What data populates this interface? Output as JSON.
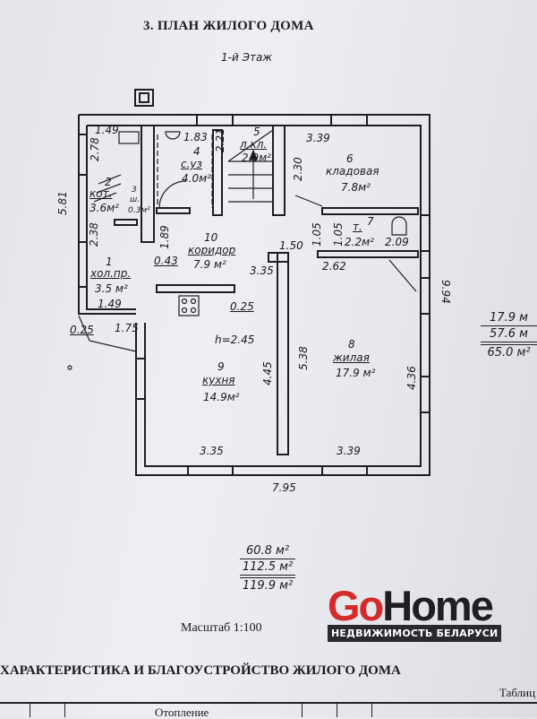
{
  "header": {
    "title": "3. ПЛАН ЖИЛОГО ДОМА",
    "floor": "1-й Этаж"
  },
  "rooms": [
    {
      "num": "1",
      "name": "хол.пр.",
      "area": "3.5 м²"
    },
    {
      "num": "2",
      "name": "кот.",
      "area": "3.6м²"
    },
    {
      "num": "3",
      "name": "ш.",
      "area": "0.3м²"
    },
    {
      "num": "4",
      "name": "с.уз",
      "area": "4.0м²"
    },
    {
      "num": "5",
      "name": "л.кл.",
      "area": "2.9м²"
    },
    {
      "num": "6",
      "name": "кладовая",
      "area": "7.8м²"
    },
    {
      "num": "7",
      "name": "т.",
      "area": "2.2м²"
    },
    {
      "num": "8",
      "name": "жилая",
      "area": "17.9 м²"
    },
    {
      "num": "9",
      "name": "кухня",
      "area": "14.9м²"
    },
    {
      "num": "10",
      "name": "коридор",
      "area": "7.9 м²"
    }
  ],
  "dimensions": {
    "d149a": "1.49",
    "d278": "2.78",
    "d581": "5.81",
    "d238": "2.38",
    "d183": "1.83",
    "d221": "2.21",
    "d230": "2.30",
    "d339a": "3.39",
    "d105a": "1.05",
    "d105b": "1.05",
    "d209": "2.09",
    "d262": "2.62",
    "d150": "1.50",
    "d189": "1.89",
    "d043": "0.43",
    "d335a": "3.35",
    "d025a": "0.25",
    "d149b": "1.49",
    "d175": "1.75",
    "d025b": "0.25",
    "height": "h=2.45",
    "d445": "4.45",
    "d538": "5.38",
    "d436": "4.36",
    "d994": "9.94",
    "d335b": "3.35",
    "d339b": "3.39",
    "d795": "7.95"
  },
  "side_summary": {
    "living": "17.9 м",
    "total": "57.6 м",
    "gross": "65.0 м²"
  },
  "bottom_summary": {
    "living": "60.8 м²",
    "total": "112.5 м²",
    "gross": "119.9 м²"
  },
  "scale": "Масштаб  1:100",
  "section_title": "ХАРАКТЕРИСТИКА И БЛАГОУСТРОЙСТВО ЖИЛОГО ДОМА",
  "table": {
    "label": "Таблиц",
    "header_cell": "Отопление"
  },
  "watermark": {
    "go": "Go",
    "home": "Home",
    "tagline": "НЕДВИЖИМОСТЬ БЕЛАРУСИ"
  }
}
